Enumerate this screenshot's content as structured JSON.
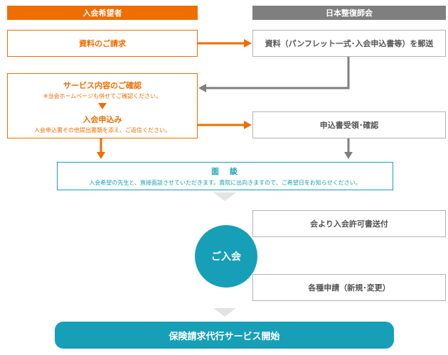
{
  "headers": {
    "applicant": "入会希望者",
    "association": "日本整復師会"
  },
  "applicant_steps": {
    "request_materials": "資料のご請求",
    "confirm_services": "サービス内容のご確認",
    "confirm_note": "※当会ホームページも併せてご確認ください。",
    "apply": "入会申込み",
    "apply_note": "入会申込書その他提出書類を添え、ご返信ください。"
  },
  "association_steps": {
    "send_materials": "資料（パンフレット一式･入会申込書等）を郵送",
    "receive_confirm": "申込書受領･確認",
    "send_permit": "会より入会許可書送付",
    "applications": "各種申請（新規･変更）"
  },
  "interview": {
    "title": "面　談",
    "note": "入会希望の先生と、直接面談させていただきます。貴院に出向きますので、ご希望日をお知らせください。"
  },
  "join_label": "ご入会",
  "final_label": "保険請求代行サービス開始",
  "colors": {
    "orange": "#ee6e00",
    "gray": "#7f7f7f",
    "teal": "#179fb7"
  }
}
